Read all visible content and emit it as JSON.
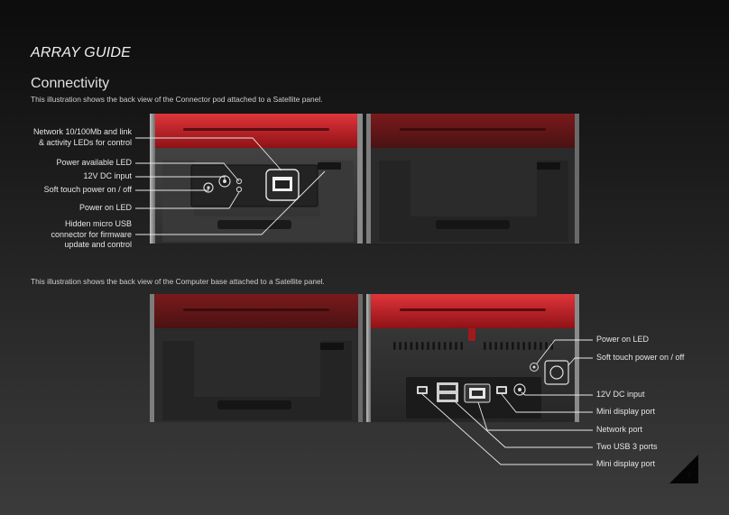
{
  "guide_title": "ARRAY GUIDE",
  "section_title": "Connectivity",
  "desc_top": "This illustration shows the back view of the Connector pod attached to a Satellite panel.",
  "desc_bottom": "This illustration shows the back view of the Computer base attached to a Satellite panel.",
  "top_labels": {
    "network_l1": "Network 10/100Mb and link",
    "network_l2": "& activity LEDs for control",
    "power_available": "Power available LED",
    "dc_input": "12V DC input",
    "soft_touch": "Soft touch power on / off",
    "power_led": "Power on LED",
    "usb_l1": "Hidden micro USB",
    "usb_l2": "connector for firmware",
    "usb_l3": "update and control"
  },
  "bottom_labels": {
    "power_led": "Power on LED",
    "soft_touch": "Soft touch power on / off",
    "dc_input": "12V DC input",
    "mini_display_1": "Mini display port",
    "network_port": "Network port",
    "usb3": "Two USB 3 ports",
    "mini_display_2": "Mini display port"
  },
  "page_number": "1",
  "colors": {
    "accent_red": "#c81e23",
    "panel_gray": "#3a3a3a",
    "line": "#e8e8e8"
  }
}
